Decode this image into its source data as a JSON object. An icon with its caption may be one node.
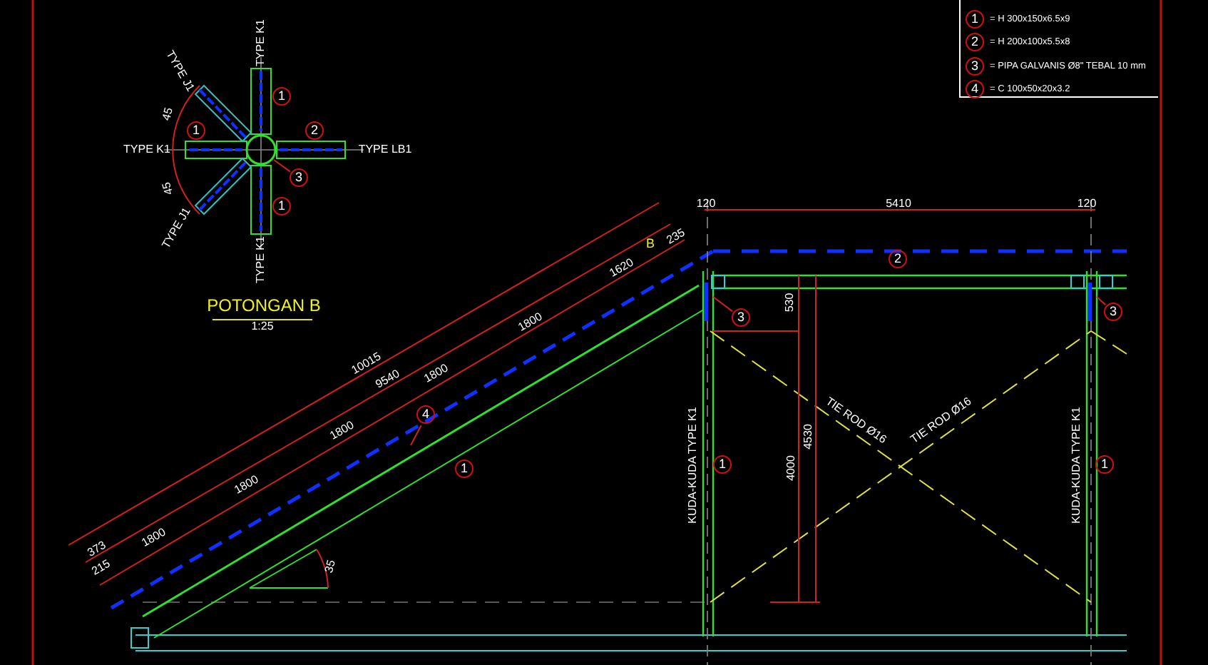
{
  "diagram": {
    "nodes": [
      {
        "text": [
          "1"
        ],
        "beside": [
          "= H 300x150x6.5x9"
        ]
      },
      {
        "text": [
          "2"
        ],
        "beside": [
          "= H 200x100x5.5x8"
        ]
      },
      {
        "text": [
          "3"
        ],
        "beside": [
          "= PIPA GALVANIS Ø8\" TEBAL 10 mm"
        ]
      },
      {
        "text": [
          "4"
        ],
        "beside": [
          "= C 100x50x20x3.2"
        ]
      },
      {
        "text": [
          "1"
        ]
      },
      {
        "text": [
          "1"
        ]
      },
      {
        "text": [
          "2"
        ]
      },
      {
        "text": [
          "3"
        ]
      },
      {
        "text": [
          "1"
        ]
      },
      {
        "text": [
          "2"
        ]
      },
      {
        "text": [
          "3"
        ]
      },
      {
        "text": [
          "3"
        ]
      },
      {
        "text": [
          "4"
        ]
      },
      {
        "text": [
          "1"
        ]
      },
      {
        "text": [
          "1"
        ]
      },
      {
        "text": [
          "1"
        ]
      }
    ],
    "edges": [
      {
        "from": 7,
        "to": null,
        "arrow": "none"
      },
      {
        "from": 10,
        "to": null,
        "arrow": "none"
      },
      {
        "from": 11,
        "to": null,
        "arrow": "none"
      },
      {
        "from": 12,
        "to": null,
        "arrow": "none"
      }
    ],
    "labels": [
      "TYPE K1",
      "TYPE J1",
      "45",
      "TYPE K1",
      "TYPE LB1",
      "45",
      "TYPE J1",
      "TYPE K1",
      "POTONGAN B",
      "1:25",
      "120",
      "5410",
      "120",
      "235",
      "B",
      "1620",
      "530",
      "1800",
      "10015",
      "9540",
      "1800",
      "1800",
      "4530",
      "TIE ROD Ø16",
      "TIE ROD Ø16",
      "1800",
      "KUDA-KUDA TYPE K1",
      "4000",
      "KUDA-KUDA TYPE K1",
      "1800",
      "373",
      "215",
      "35"
    ]
  }
}
